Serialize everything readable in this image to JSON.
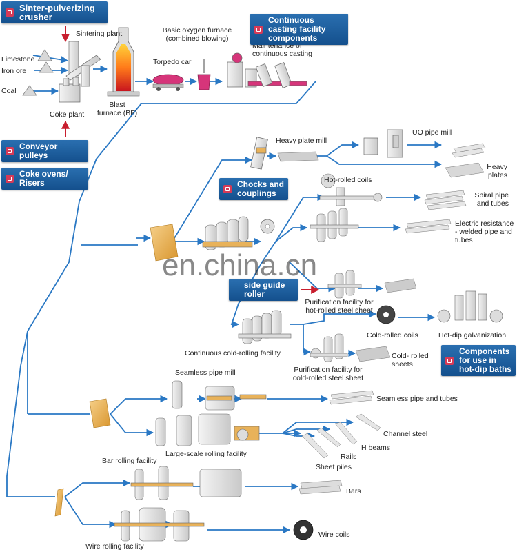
{
  "badges": {
    "sinter": "Sinter-pulverizing crusher",
    "continuous_casting": "Continuous casting facility components",
    "conveyor": "Conveyor pulleys",
    "coke_ovens": "Coke ovens/ Risers",
    "chocks": "Chocks and couplings",
    "side_guide": "side guide roller",
    "hot_dip": "Components for use in hot-dip baths"
  },
  "labels": {
    "sintering_plant": "Sintering plant",
    "limestone": "Limestone",
    "iron_ore": "Iron ore",
    "coal": "Coal",
    "coke_plant": "Coke plant",
    "blast_furnace": "Blast furnace (BF)",
    "bof": "Basic oxygen furnace (combined blowing)",
    "torpedo_car": "Torpedo car",
    "maintenance": "Maintenance of continuous casting",
    "heavy_plate_mill": "Heavy plate mill",
    "uo_pipe_mill": "UO pipe mill",
    "heavy_plates": "Heavy plates",
    "hot_rolled_coils": "Hot-rolled coils",
    "spiral_pipe": "Spiral pipe and tubes",
    "erw_pipe": "Electric resistance - welded pipe and tubes",
    "purification_hot": "Purification facility for hot-rolled steel sheet",
    "cold_rolled_coils": "Cold-rolled coils",
    "hot_dip_galvanization": "Hot-dip galvanization",
    "continuous_cold_rolling": "Continuous cold-rolling facility",
    "purification_cold": "Purification facility for cold-rolled steel sheet",
    "cold_rolled_sheets": "Cold- rolled sheets",
    "seamless_pipe_mill": "Seamless pipe mill",
    "seamless_pipe_tubes": "Seamless pipe and tubes",
    "channel_steel": "Channel steel",
    "h_beams": "H beams",
    "rails": "Rails",
    "sheet_piles": "Sheet piles",
    "large_scale": "Large-scale rolling facility",
    "bar_rolling": "Bar rolling facility",
    "bars": "Bars",
    "wire_coils": "Wire coils",
    "wire_rolling": "Wire rolling facility"
  },
  "watermark": "en.china.cn",
  "colors": {
    "flow_line": "#2a78c4",
    "badge_blue": "#1a5a9a",
    "badge_icon": "#d63a57",
    "arrow_red": "#c81e2e",
    "slab": "#e8b25a",
    "machine": "#e6e6e6",
    "product_pink": "#d6357a"
  }
}
